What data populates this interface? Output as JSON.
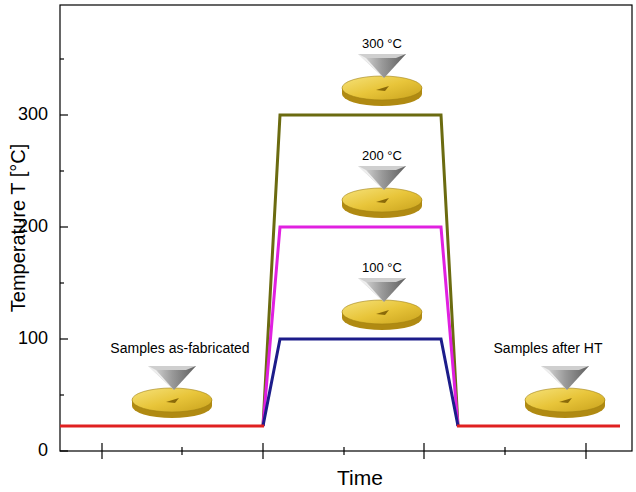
{
  "diagram": {
    "labels": [
      "Temperature T [°C]",
      "0",
      "100",
      "200",
      "300",
      "Time",
      "300 °C",
      "200 °C",
      "100 °C",
      "Samples as-fabricated",
      "Samples after HT"
    ]
  }
}
